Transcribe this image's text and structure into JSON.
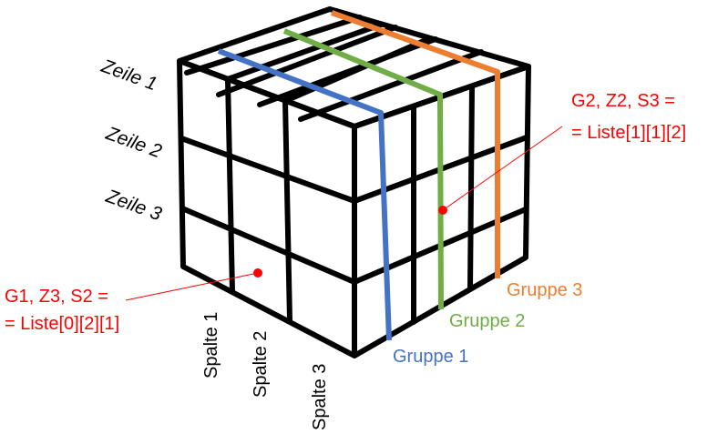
{
  "rows": {
    "label_1": "Zeile 1",
    "label_2": "Zeile 2",
    "label_3": "Zeile 3"
  },
  "columns": {
    "label_1": "Spalte 1",
    "label_2": "Spalte 2",
    "label_3": "Spalte 3"
  },
  "groups": [
    {
      "label": "Gruppe 1",
      "color": "#4472C4"
    },
    {
      "label": "Gruppe 2",
      "color": "#70AD47"
    },
    {
      "label": "Gruppe 3",
      "color": "#ED7D31"
    }
  ],
  "annotations": {
    "front": {
      "line1": "G1, Z3, S2 =",
      "line2": "= Liste[0][2][1]",
      "color": "#FF0000"
    },
    "side": {
      "line1": "G2, Z2, S3 =",
      "line2": "= Liste[1][1][2]",
      "color": "#FF0000"
    }
  }
}
